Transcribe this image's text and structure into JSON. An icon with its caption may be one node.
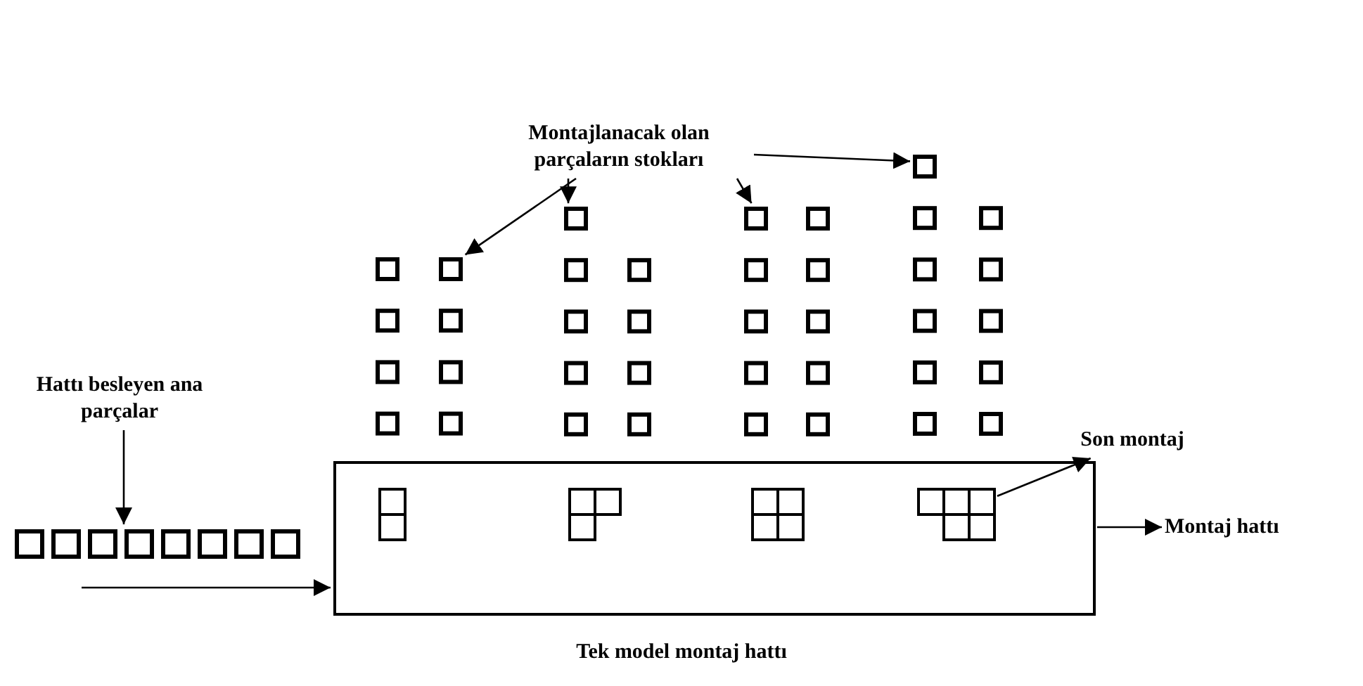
{
  "diagram": {
    "caption": "Tek model montaj hattı",
    "nodes": [
      {
        "text": [
          "Montajlanacak olan parçaların stokları"
        ]
      },
      {
        "text": [],
        "shape": "picture"
      },
      {
        "text": [],
        "shape": "picture"
      },
      {
        "text": [],
        "shape": "picture"
      },
      {
        "text": [],
        "shape": "picture"
      },
      {
        "text": [
          "Hattı besleyen ana parçalar"
        ]
      },
      {
        "text": [
          "Son montaj"
        ]
      },
      {
        "text": [],
        "shape": "picture"
      },
      {
        "text": [],
        "shape": "box"
      },
      {
        "text": [],
        "shape": "box",
        "in": 8
      },
      {
        "text": [],
        "shape": "box",
        "in": 8
      },
      {
        "text": [],
        "shape": "box",
        "in": 8
      },
      {
        "text": [],
        "shape": "box",
        "in": 8
      },
      {
        "text": [
          "Montaj hattı"
        ]
      }
    ],
    "edges": [
      {
        "from": 0,
        "to": 1,
        "arrow": "to"
      },
      {
        "from": 0,
        "to": 2,
        "arrow": "to"
      },
      {
        "from": 0,
        "to": 3,
        "arrow": "to"
      },
      {
        "from": 0,
        "to": 4,
        "arrow": "to"
      },
      {
        "from": 5,
        "to": 7,
        "arrow": "to"
      },
      {
        "from": null,
        "to": 8,
        "arrow": "to"
      },
      {
        "from": 12,
        "to": 6,
        "arrow": "to"
      },
      {
        "from": 8,
        "to": 13,
        "arrow": "to"
      }
    ]
  }
}
